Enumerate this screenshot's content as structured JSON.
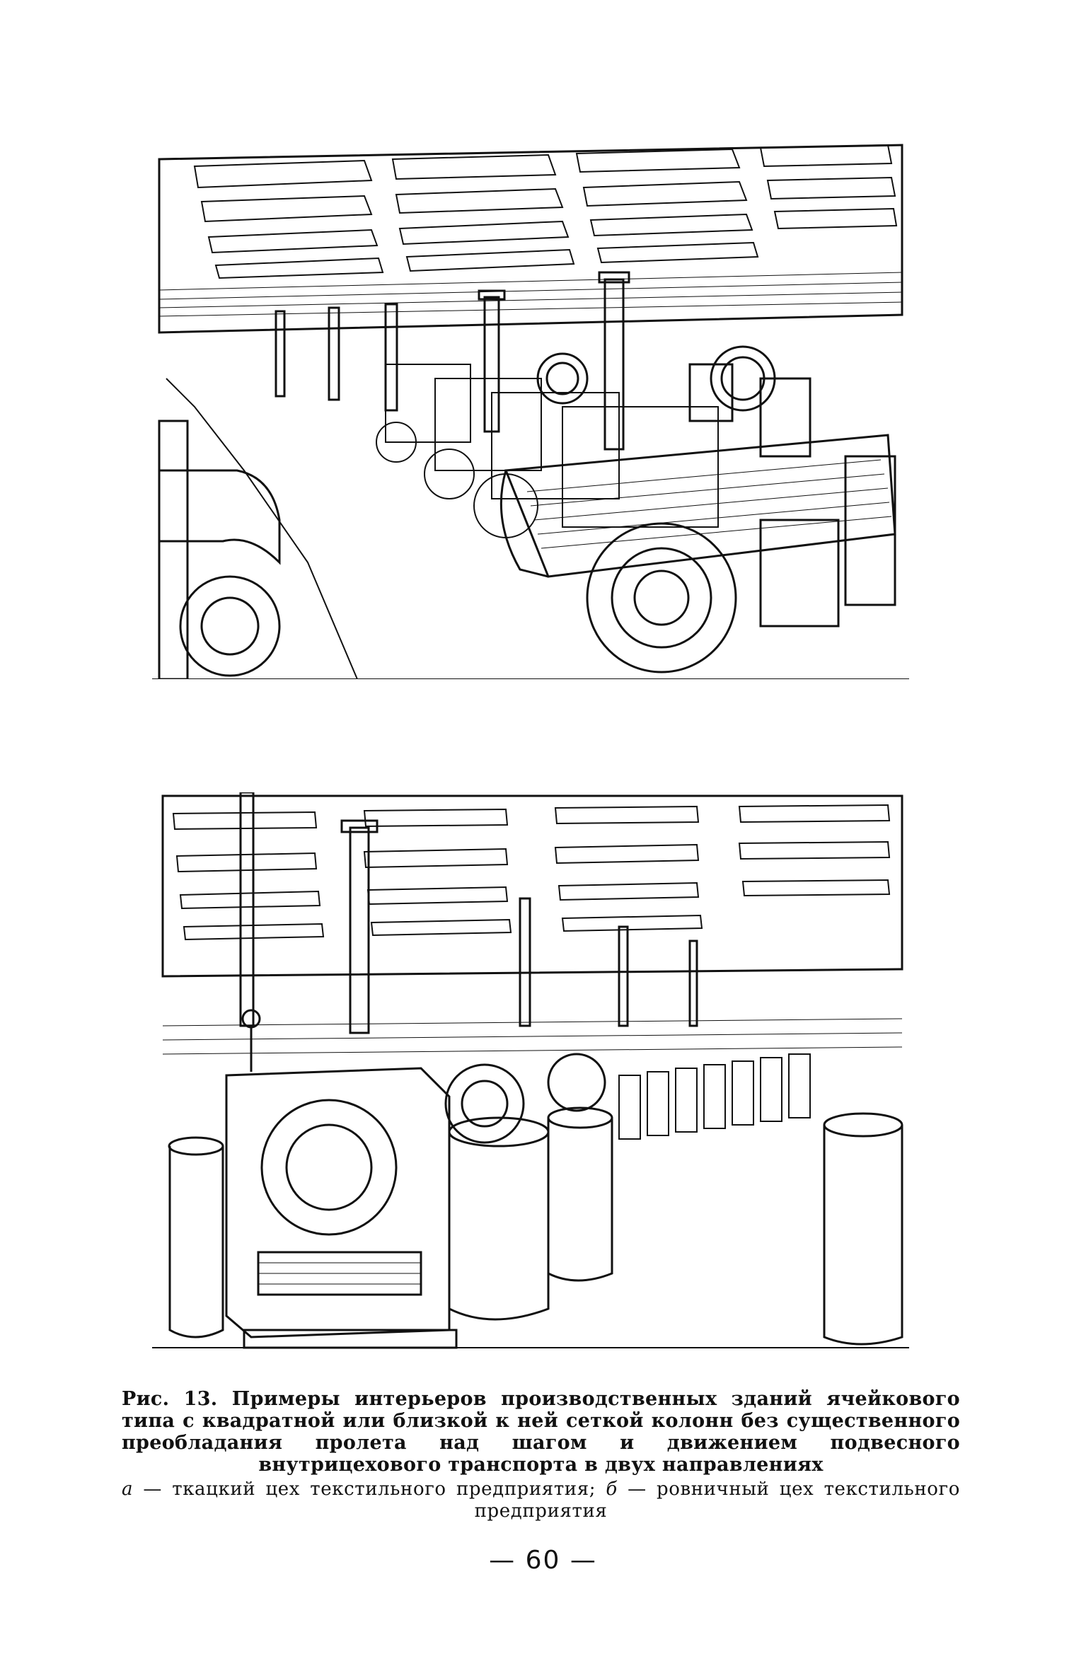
{
  "figure_a": {
    "icon": "weaving-hall-illustration"
  },
  "figure_b": {
    "icon": "roving-hall-illustration"
  },
  "caption": {
    "label": "Рис. 13.",
    "title": "Примеры интерьеров производственных зданий ячейкового типа с квадратной или близкой к ней сеткой колонн без существенного преобладания пролета над шагом и движением подвесного внутрицехового транспорта в двух направлениях",
    "key_a": "а",
    "desc_a": " — ткацкий цех текстильного предприятия; ",
    "key_b": "б",
    "desc_b": " — ровничный цех текстильного предприятия"
  },
  "page_number": "— 60 —"
}
